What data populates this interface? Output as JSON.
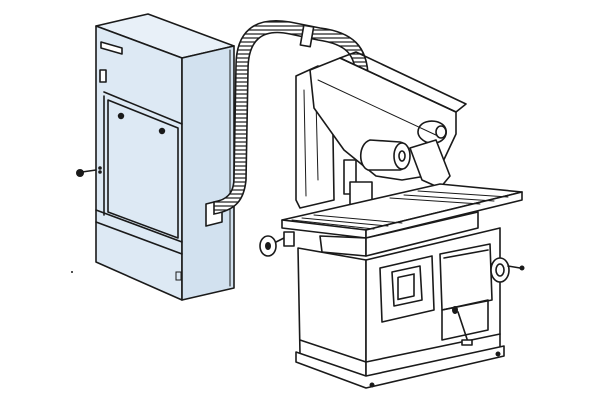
{
  "colors": {
    "background": "#ffffff",
    "ink": "#1a1a1a",
    "collector_fill": "#dde9f4",
    "machine_fill": "#ffffff"
  },
  "icons": {
    "dust_collector": "dust-collector-cabinet",
    "hose": "flexible-extraction-hose",
    "machine": "surface-grinding-machine"
  }
}
